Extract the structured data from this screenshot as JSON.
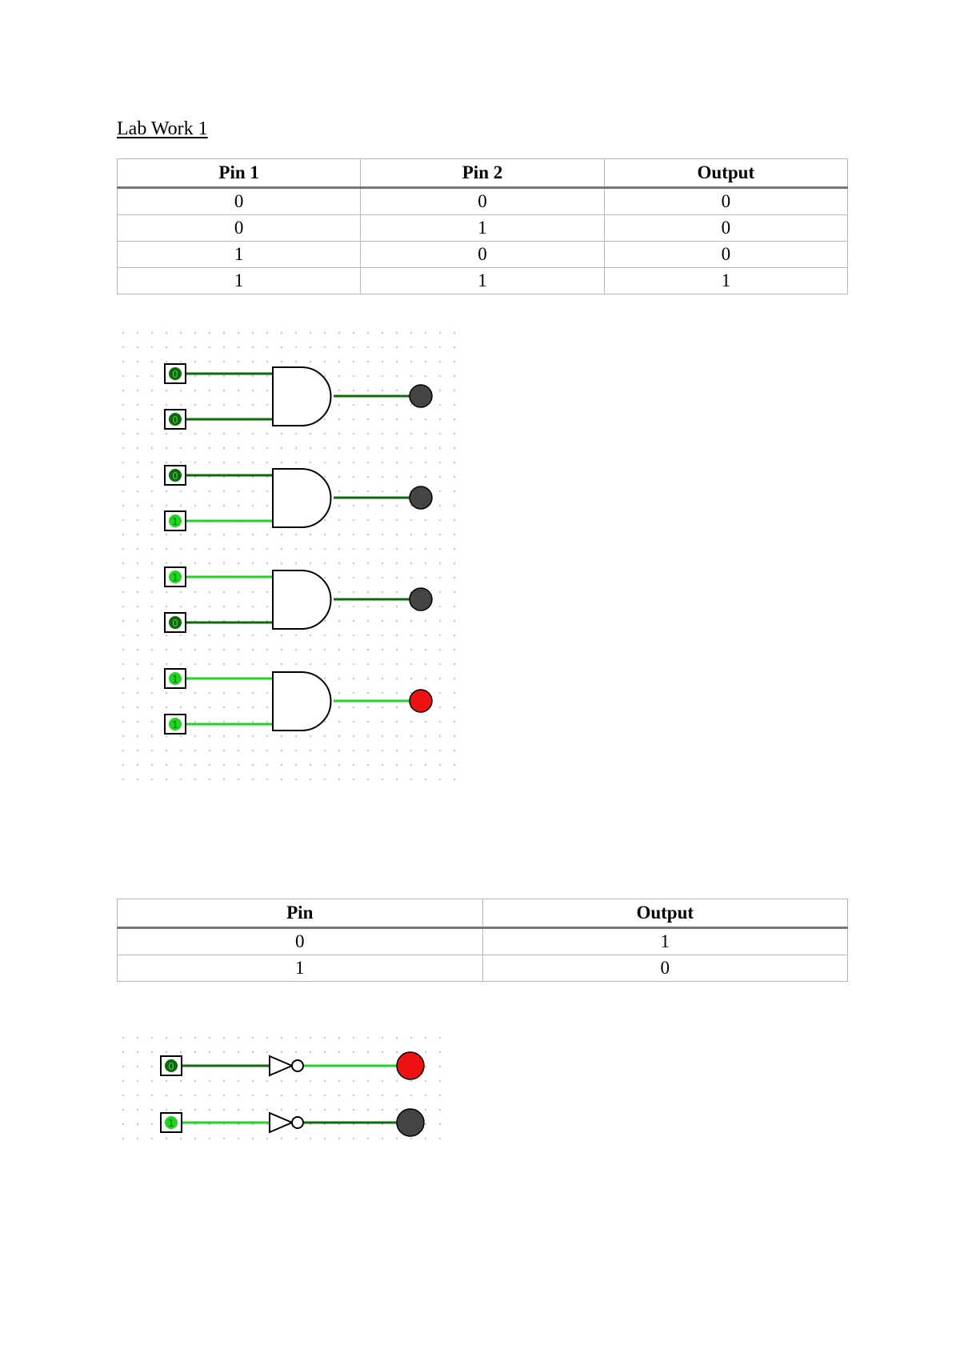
{
  "heading": "Lab Work 1",
  "colors": {
    "wire_low": "#0b6b0b",
    "wire_high": "#22d322",
    "output_off": "#444444",
    "output_on": "#ee1111"
  },
  "and_table": {
    "headers": [
      "Pin 1",
      "Pin 2",
      "Output"
    ],
    "rows": [
      [
        "0",
        "0",
        "0"
      ],
      [
        "0",
        "1",
        "0"
      ],
      [
        "1",
        "0",
        "0"
      ],
      [
        "1",
        "1",
        "1"
      ]
    ]
  },
  "and_circuits": [
    {
      "pin1": 0,
      "pin2": 0,
      "output": 0
    },
    {
      "pin1": 0,
      "pin2": 1,
      "output": 0
    },
    {
      "pin1": 1,
      "pin2": 0,
      "output": 0
    },
    {
      "pin1": 1,
      "pin2": 1,
      "output": 1
    }
  ],
  "not_table": {
    "headers": [
      "Pin",
      "Output"
    ],
    "rows": [
      [
        "0",
        "1"
      ],
      [
        "1",
        "0"
      ]
    ]
  },
  "not_circuits": [
    {
      "pin": 0,
      "output": 1
    },
    {
      "pin": 1,
      "output": 0
    }
  ]
}
